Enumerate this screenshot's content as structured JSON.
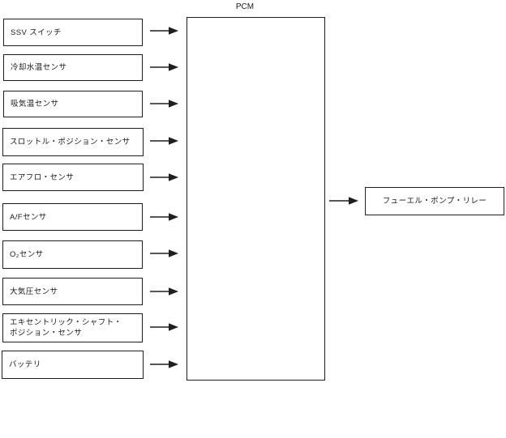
{
  "diagram": {
    "title": "PCM",
    "inputs": [
      {
        "label": "SSV スイッチ"
      },
      {
        "label": "冷却水温センサ"
      },
      {
        "label": "吸気温センサ"
      },
      {
        "label": "スロットル・ポジション・センサ"
      },
      {
        "label": "エアフロ・センサ"
      },
      {
        "label": "A/Fセンサ"
      },
      {
        "label": "O₂センサ"
      },
      {
        "label": "大気圧センサ"
      },
      {
        "label": "エキセントリック・シャフト・\nポジション・センサ"
      },
      {
        "label": "バッテリ"
      }
    ],
    "outputs": [
      {
        "label": "フューエル・ポンプ・リレー"
      }
    ],
    "colors": {
      "line": "#1f1f1f",
      "text": "#1a1a1a",
      "background": "#ffffff"
    }
  }
}
